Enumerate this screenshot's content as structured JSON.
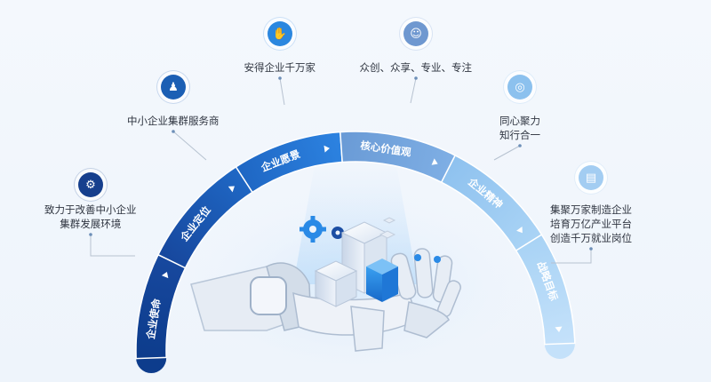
{
  "segments": [
    {
      "label": "企业使命",
      "color_start": "#0d3c8c",
      "color_end": "#17489e"
    },
    {
      "label": "企业定位",
      "color_start": "#17489e",
      "color_end": "#1f67c4"
    },
    {
      "label": "企业愿景",
      "color_start": "#1f67c4",
      "color_end": "#2c82e0"
    },
    {
      "label": "核心价值观",
      "color_start": "#6a9bd6",
      "color_end": "#7eaee4"
    },
    {
      "label": "企业精神",
      "color_start": "#8fc2ef",
      "color_end": "#a9d3f5"
    },
    {
      "label": "战略目标",
      "color_start": "#a9d3f5",
      "color_end": "#c4e1fa"
    }
  ],
  "callouts": [
    {
      "lines": [
        "致力于改善中小企业",
        "集群发展环境"
      ],
      "icon": "gears-icon",
      "icon_color": "#163f8d"
    },
    {
      "lines": [
        "中小企业集群服务商"
      ],
      "icon": "team-icon",
      "icon_color": "#1c5fb4"
    },
    {
      "lines": [
        "安得企业千万家"
      ],
      "icon": "handshake-icon",
      "icon_color": "#2b87df"
    },
    {
      "lines": [
        "众创、众享、专业、专注"
      ],
      "icon": "people-icon",
      "icon_color": "#6f98d0"
    },
    {
      "lines": [
        "同心聚力",
        "知行合一"
      ],
      "icon": "globe-icon",
      "icon_color": "#8cc1ee"
    },
    {
      "lines": [
        "集聚万家制造企业",
        "培育万亿产业平台",
        "创造千万就业岗位"
      ],
      "icon": "chart-icon",
      "icon_color": "#a3cdf2"
    }
  ]
}
